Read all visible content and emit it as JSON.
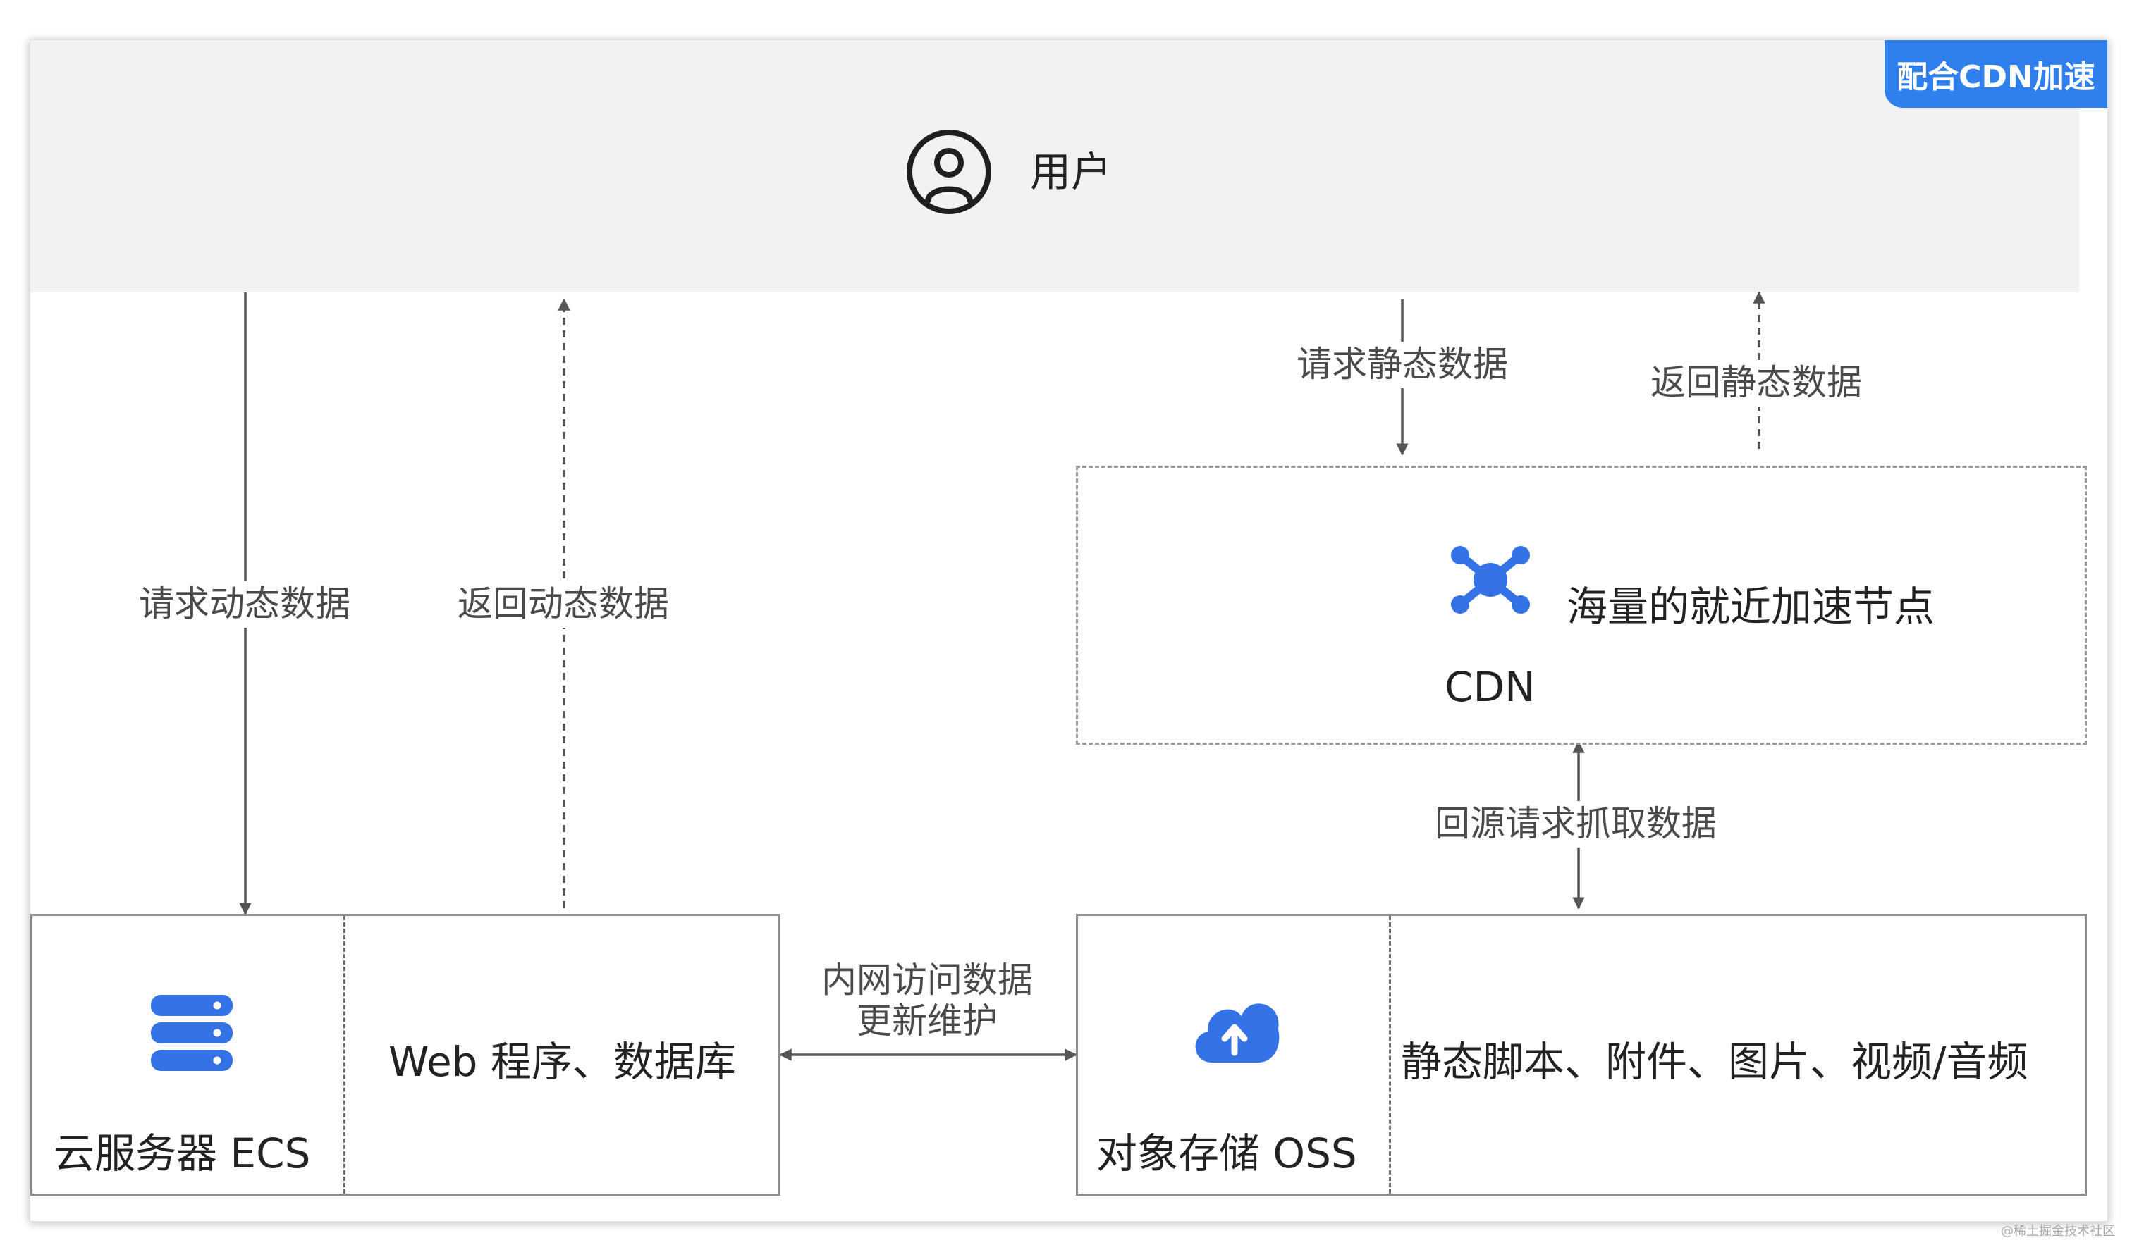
{
  "badge": "配合CDN加速",
  "user": {
    "label": "用户",
    "icon": "user-circle-icon"
  },
  "edges": {
    "request_dynamic": "请求动态数据",
    "return_dynamic": "返回动态数据",
    "request_static": "请求静态数据",
    "return_static": "返回静态数据",
    "origin_fetch": "回源请求抓取数据",
    "intranet_line1": "内网访问数据",
    "intranet_line2": "更新维护"
  },
  "cdn": {
    "title": "海量的就近加速节点",
    "label": "CDN",
    "icon": "network-nodes-icon"
  },
  "ecs": {
    "label": "云服务器 ECS",
    "content": "Web 程序、数据库",
    "icon": "server-stack-icon"
  },
  "oss": {
    "label": "对象存储 OSS",
    "content": "静态脚本、附件、图片、视频/音频",
    "icon": "cloud-upload-icon"
  },
  "colors": {
    "accent": "#2f80ed",
    "icon_blue": "#3373e6",
    "line": "#555555",
    "band": "#f2f2f2"
  },
  "watermark": "@稀土掘金技术社区"
}
